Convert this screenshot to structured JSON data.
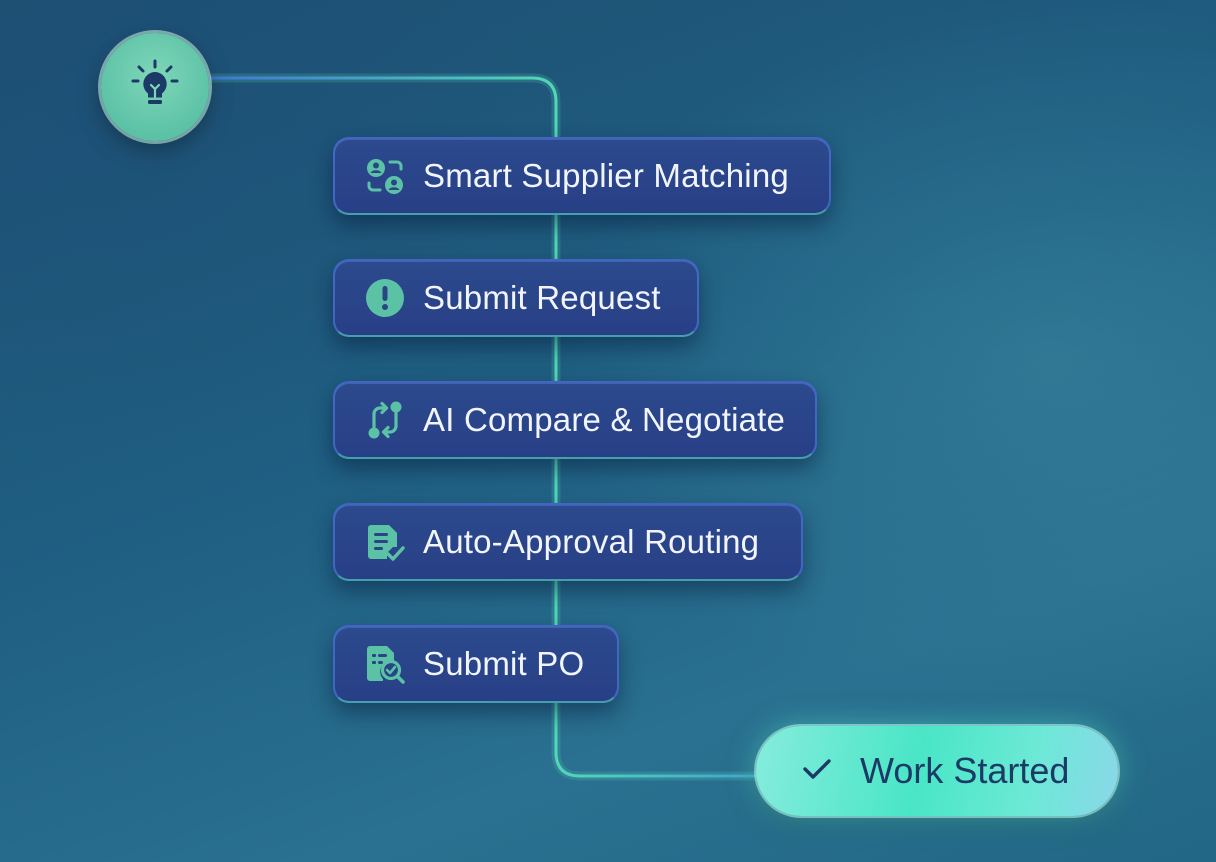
{
  "colors": {
    "accent": "#5cc2a6",
    "step_background": "#2b4488",
    "done_background": "#49e6c6",
    "connector": "#4fd6b4"
  },
  "start": {
    "icon": "lightbulb-icon"
  },
  "steps": [
    {
      "label": "Smart Supplier Matching",
      "icon": "supplier-matching-icon"
    },
    {
      "label": "Submit Request",
      "icon": "exclamation-circle-icon"
    },
    {
      "label": "AI Compare & Negotiate",
      "icon": "compare-arrows-icon"
    },
    {
      "label": "Auto-Approval Routing",
      "icon": "document-check-icon"
    },
    {
      "label": "Submit PO",
      "icon": "document-search-check-icon"
    }
  ],
  "done": {
    "label": "Work Started",
    "icon": "checkmark-icon"
  }
}
